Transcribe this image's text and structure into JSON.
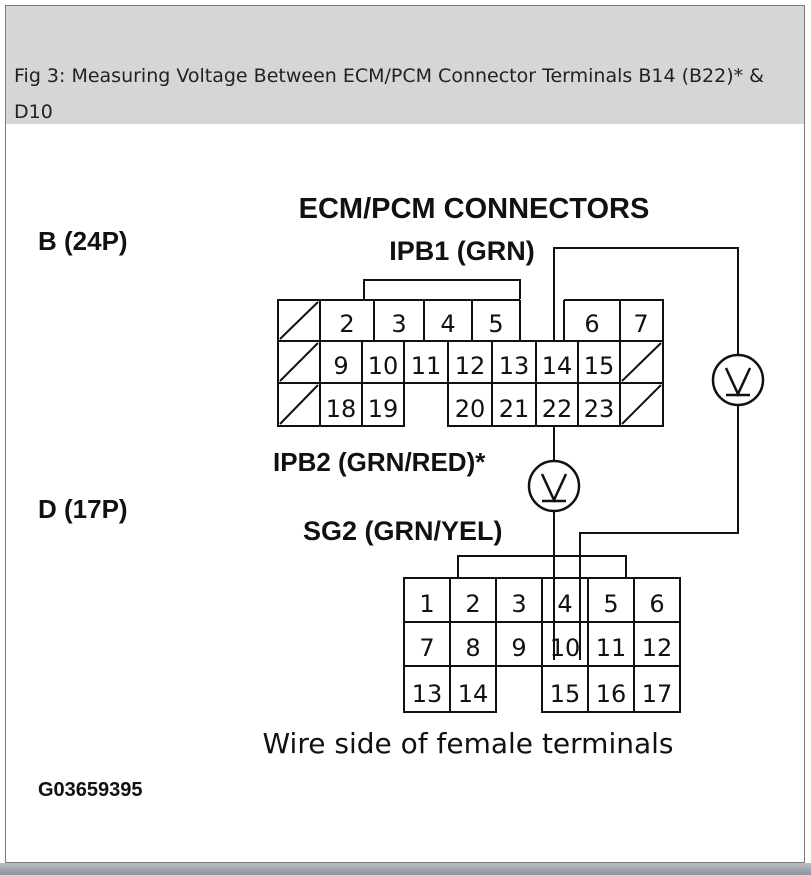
{
  "caption": "Fig 3: Measuring Voltage Between ECM/PCM Connector Terminals B14 (B22)* & D10",
  "diagram": {
    "title": "ECM/PCM CONNECTORS",
    "connector_b_label": "B (24P)",
    "connector_d_label": "D (17P)",
    "label_ipb1": "IPB1 (GRN)",
    "label_ipb2": "IPB2 (GRN/RED)*",
    "label_sg2": "SG2 (GRN/YEL)",
    "footer_text": "Wire side of female terminals",
    "figure_id": "G03659395",
    "meter_symbol": "V",
    "connector_b_rows": [
      [
        "/",
        "2",
        "3",
        "4",
        "5",
        "",
        "6",
        "7"
      ],
      [
        "/",
        "9",
        "10",
        "11",
        "12",
        "13",
        "14",
        "15",
        "/"
      ],
      [
        "/",
        "18",
        "19",
        "",
        "20",
        "21",
        "22",
        "23",
        "/"
      ]
    ],
    "connector_d_rows": [
      [
        "1",
        "2",
        "3",
        "4",
        "5",
        "6"
      ],
      [
        "7",
        "8",
        "9",
        "10",
        "11",
        "12"
      ],
      [
        "13",
        "14",
        "",
        "15",
        "16",
        "17"
      ]
    ]
  }
}
